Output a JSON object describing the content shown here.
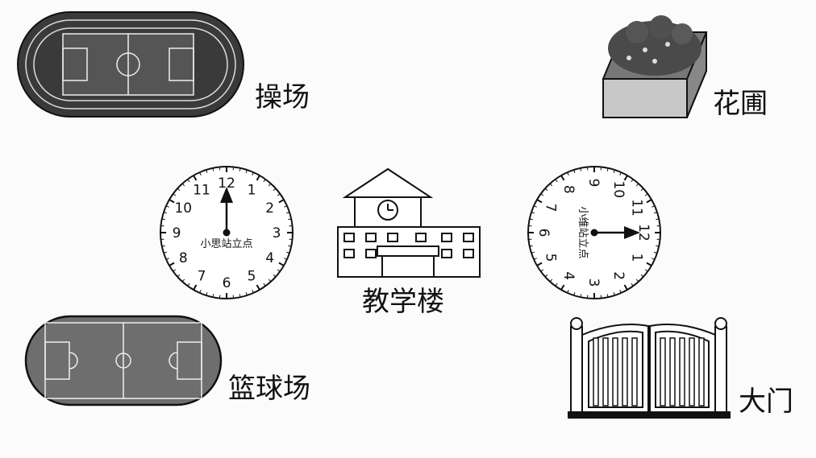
{
  "labels": {
    "playground": "操场",
    "flowerbed": "花圃",
    "teaching_building": "教学楼",
    "basketball_court": "篮球场",
    "main_gate": "大门"
  },
  "clocks": {
    "left": {
      "caption": "小思站立点",
      "numbers": [
        "12",
        "1",
        "2",
        "3",
        "4",
        "5",
        "6",
        "7",
        "8",
        "9",
        "10",
        "11"
      ],
      "hand_points_to": "12"
    },
    "right": {
      "caption": "小维站立点",
      "numbers": [
        "12",
        "1",
        "2",
        "3",
        "4",
        "5",
        "6",
        "7",
        "8",
        "9",
        "10",
        "11"
      ],
      "rotation_degrees": 90,
      "hand_points_to": "12"
    }
  },
  "colors": {
    "ink": "#111111",
    "field_gray": "#6e6e6e",
    "field_dark": "#3a3a3a",
    "paper": "#fbfbfb"
  }
}
